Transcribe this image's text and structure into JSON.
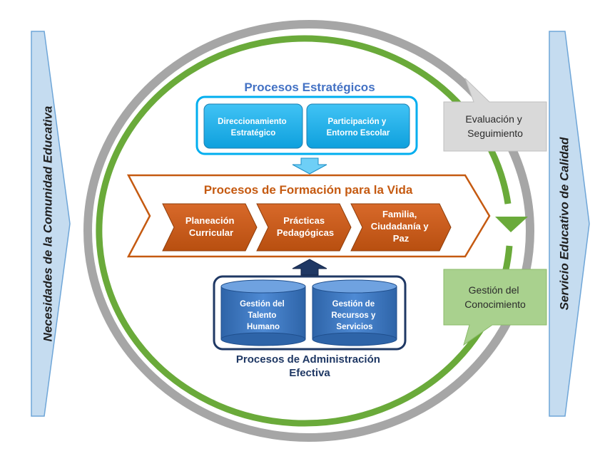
{
  "left_banner": {
    "label": "Necesidades de la Comunidad Educativa"
  },
  "right_banner": {
    "label": "Servicio Educativo de Calidad"
  },
  "strategic": {
    "title": "Procesos Estratégicos",
    "items": [
      {
        "lines": [
          "Direccionamiento",
          "Estratégico"
        ]
      },
      {
        "lines": [
          "Participación y",
          "Entorno Escolar"
        ]
      }
    ]
  },
  "formation": {
    "title": "Procesos de Formación para  la Vida",
    "items": [
      {
        "lines": [
          "Planeación",
          "Curricular"
        ]
      },
      {
        "lines": [
          "Prácticas",
          "Pedagógicas"
        ]
      },
      {
        "lines": [
          "Familia,",
          "Ciudadanía y",
          "Paz"
        ]
      }
    ]
  },
  "admin": {
    "title_lines": [
      "Procesos de Administración",
      "Efectiva"
    ],
    "items": [
      {
        "lines": [
          "Gestión del",
          "Talento",
          "Humano"
        ]
      },
      {
        "lines": [
          "Gestión de",
          "Recursos y",
          "Servicios"
        ]
      }
    ]
  },
  "callouts": {
    "evaluation": {
      "lines": [
        "Evaluación y",
        "Seguimiento"
      ]
    },
    "knowledge": {
      "lines": [
        "Gestión del",
        "Conocimiento"
      ]
    }
  },
  "colors": {
    "banner_fill": "#c5dcf0",
    "banner_stroke": "#6fa6d8",
    "outer_ring": "#a6a6a6",
    "green_cycle": "#6aaa3a",
    "strategic_blue": "#00aeef",
    "strategic_box_fill": "#1eb2ee",
    "strategic_title": "#4472c4",
    "formation_orange": "#c55a11",
    "admin_navy": "#1f3864",
    "cylinder_blue": "#3a77c2",
    "eval_gray": "#d9d9d9",
    "knowledge_green": "#a9d18e"
  }
}
